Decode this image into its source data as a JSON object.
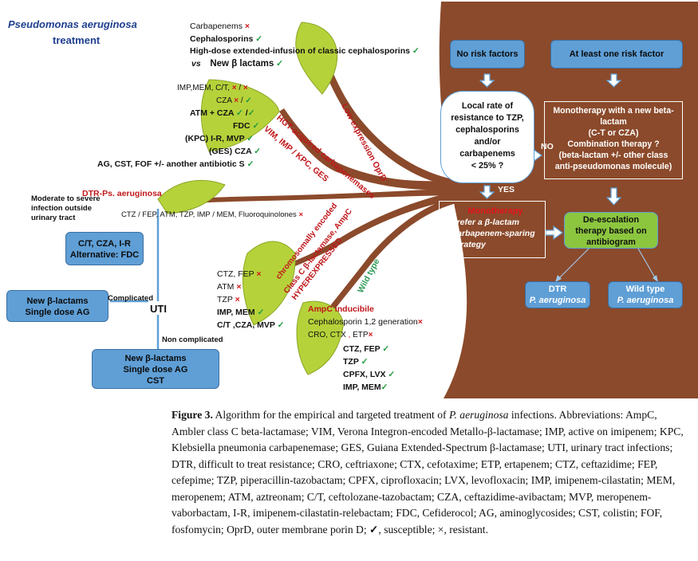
{
  "title": {
    "line1": "Pseudomonas aeruginosa",
    "line2": "treatment"
  },
  "top_leaf": {
    "carbapenems": "Carbapenems",
    "cephalosporins": "Cephalosporins",
    "high_dose": "High-dose extended-infusion of classic cephalosporins",
    "vs": "vs",
    "new_bl": "New β lactams"
  },
  "hgt_leaf": {
    "line1": "IMP,MEM, C/T,",
    "line1_sep": "/",
    "line2": "CZA",
    "line2_sep": "/",
    "line3": "ATM + CZA",
    "line3_sep": "/",
    "line4": "FDC",
    "line5": "(KPC)  I-R,  MVP",
    "line6": "(GES) CZA",
    "line7": "AG, CST, FOF +/- another antibiotic S"
  },
  "dtr_leaf": {
    "title": "DTR-Ps. aeruginosa",
    "resist": "CTZ / FEP, ATM, TZP, IMP / MEM, Fluoroquinolones"
  },
  "moderate": {
    "line1": "Moderate to severe",
    "line2": "infection outside",
    "line3": "urinary tract"
  },
  "ct_box": {
    "line1": "C/T, CZA, I-R",
    "line2": "Alternative: FDC"
  },
  "uti": {
    "label": "UTI",
    "complicated": "Complicated",
    "non_complicated": "Non complicated",
    "comp_box": {
      "line1": "New β-lactams",
      "line2": "Single dose AG"
    },
    "noncomp_box": {
      "line1": "New β-lactams",
      "line2": "Single dose AG",
      "line3": "CST"
    }
  },
  "ampc_hyper_leaf": {
    "l1": "CTZ, FEP",
    "l2": "ATM",
    "l3": "TZP",
    "l4": "IMP, MEM",
    "l5": "C/T ,CZA, MVP"
  },
  "ampc_ind_leaf": {
    "title": "AmpC inducibile",
    "l1": "Cephalosporin 1,2 generation",
    "l2a": "CRO, CTX",
    "l2b": "ETP",
    "l3": "CTZ, FEP",
    "l4": "TZP",
    "l5": "CPFX, LVX",
    "l6": "IMP, MEM"
  },
  "branch_labels": {
    "low_oprd": "Low expression OprD",
    "hgt": "HGT-acquired carbapenemases",
    "vim": "VIM, IMP / KPC, GES",
    "chrom": "chromosomally encoded",
    "classc": "Class C β-lactamase, AmpC",
    "hyper": "HYPEREXPRESSED",
    "wild": "Wild type"
  },
  "flow": {
    "no_risk": "No risk factors",
    "risk": "At least one risk factor",
    "local_rate": [
      "Local rate of",
      "resistance to TZP,",
      "cephalosporins",
      "and/or",
      "carbapenems",
      "< 25% ?"
    ],
    "no": "NO",
    "yes": "YES",
    "mono_new": [
      "Monotherapy with a new beta-",
      "lactam",
      "(C-T or CZA)",
      "Combination therapy ?",
      "(beta-lactam +/- other class",
      "anti-pseudomonas molecule)"
    ],
    "mono": {
      "title": "Monotherapy",
      "b1": "Prefer a β-lactam",
      "b2": "Carbapenem-sparing",
      "b2b": "strategy"
    },
    "deesc": [
      "De-escalation",
      "therapy based on",
      "antibiogram"
    ],
    "dtr_box": {
      "l1": "DTR",
      "l2": "P. aeruginosa"
    },
    "wild_box": {
      "l1": "Wild type",
      "l2": "P. aeruginosa"
    }
  },
  "symbols": {
    "check": "✓",
    "cross": "×"
  },
  "caption": {
    "label": "Figure 3.",
    "text1": " Algorithm for the empirical and targeted treatment of ",
    "italic": "P. aeruginosa",
    "text2": " infections. Abbreviations: AmpC, Ambler class C beta-lactamase; VIM, Verona Integron-encoded Metallo-β-lactamase; IMP, active on imipenem; KPC, Klebsiella pneumonia carbapenemase; GES, Guiana Extended-Spectrum β-lactamase; UTI, urinary tract infections; DTR, difficult to treat resistance; CRO, ceftriaxone; CTX, cefotaxime; ETP, ertapenem; CTZ, ceftazidime; FEP, cefepime; TZP, piperacillin-tazobactam; CPFX, ciprofloxacin; LVX, levofloxacin; IMP, imipenem-cilastatin; MEM, meropenem; ATM, aztreonam; C/T, ceftolozane-tazobactam; CZA, ceftazidime-avibactam; MVP, meropenem-vaborbactam, I-R, imipenem-cilastatin-relebactam; FDC, Cefiderocol; AG, aminoglycosides; CST, colistin; FOF, fosfomycin; OprD, outer membrane porin D; ",
    "check": "✓",
    "text3": ", susceptible; ",
    "cross": "×",
    "text4": ", resistant."
  },
  "colors": {
    "brown": "#8b4a2b",
    "leaf": "#b6d23a",
    "blue": "#5f9fd6",
    "green_box": "#8cc63f"
  }
}
